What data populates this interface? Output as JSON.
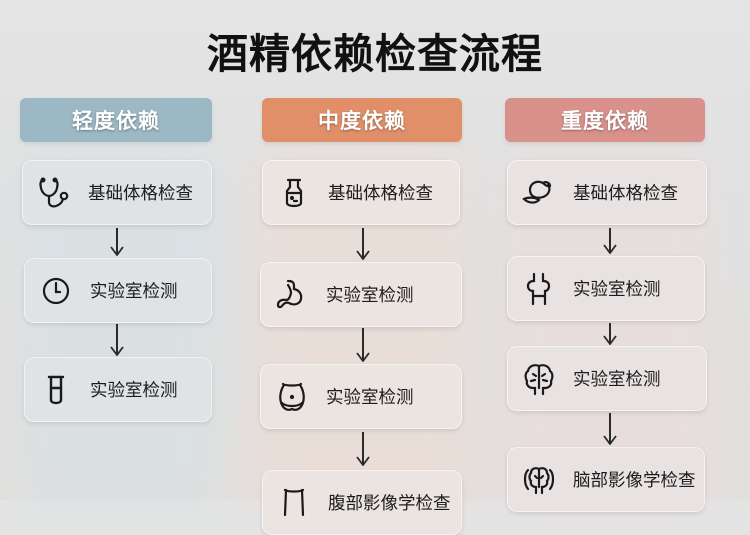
{
  "title": "酒精依赖检查流程",
  "colors": {
    "background": "#e2e2e2",
    "mild": "#9bb8c4",
    "moderate": "#e08f68",
    "severe": "#d9918c",
    "text": "#1c1c1c"
  },
  "columns": [
    {
      "header": "轻度依赖",
      "color": "#9bb8c4",
      "steps": [
        {
          "label": "基础体格检查",
          "icon": "stethoscope-icon"
        },
        {
          "label": "实验室检测",
          "icon": "clock-icon"
        },
        {
          "label": "实验室检测",
          "icon": "test-tube-icon"
        }
      ]
    },
    {
      "header": "中度依赖",
      "color": "#e08f68",
      "steps": [
        {
          "label": "基础体格检查",
          "icon": "flask-icon"
        },
        {
          "label": "实验室检测",
          "icon": "stomach-icon"
        },
        {
          "label": "实验室检测",
          "icon": "abdomen-icon"
        },
        {
          "label": "腹部影像学检查",
          "icon": "abdomen-icon"
        }
      ]
    },
    {
      "header": "重度依赖",
      "color": "#d9918c",
      "steps": [
        {
          "label": "基础体格检查",
          "icon": "liver-icon"
        },
        {
          "label": "实验室检测",
          "icon": "kidney-icon"
        },
        {
          "label": "实验室检测",
          "icon": "brain-icon"
        },
        {
          "label": "脑部影像学检查",
          "icon": "brain-scan-icon"
        }
      ]
    }
  ]
}
